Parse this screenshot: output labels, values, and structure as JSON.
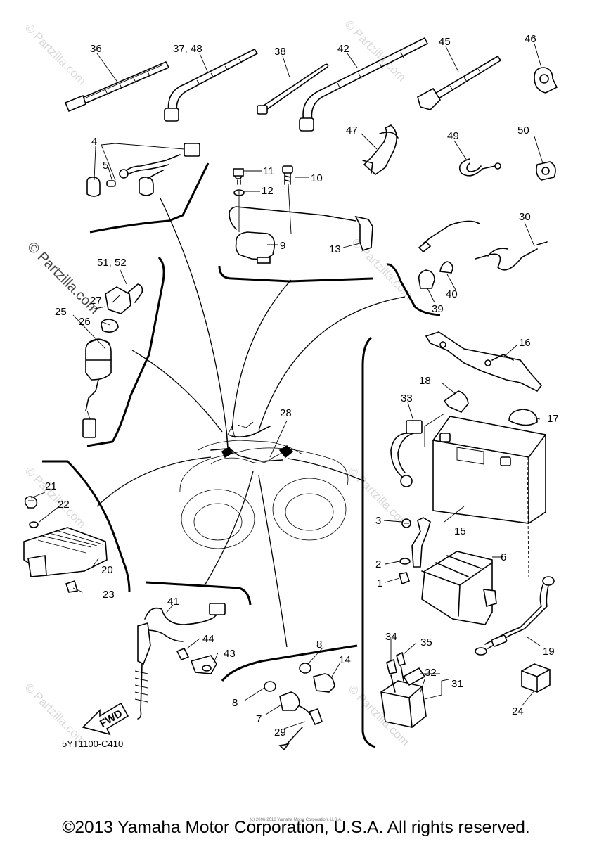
{
  "diagram": {
    "code": "5YT1100-C410",
    "fwd_label": "FWD",
    "copyright": "©2013 Yamaha Motor Corporation, U.S.A. All rights reserved.",
    "copyright_small": "(c) 2006-2016 Yamaha Motor Corporation, U.S.A.",
    "watermark": "© Partzilla.com",
    "callouts": {
      "c36": "36",
      "c37_48": "37, 48",
      "c38": "38",
      "c42": "42",
      "c45": "45",
      "c46": "46",
      "c47": "47",
      "c49": "49",
      "c50": "50",
      "c4": "4",
      "c5": "5",
      "c11": "11",
      "c10": "10",
      "c12": "12",
      "c9": "9",
      "c13": "13",
      "c30": "30",
      "c40": "40",
      "c39": "39",
      "c51_52": "51, 52",
      "c27": "27",
      "c25": "25",
      "c26": "26",
      "c28": "28",
      "c16": "16",
      "c18": "18",
      "c33": "33",
      "c17": "17",
      "c15": "15",
      "c3": "3",
      "c6": "6",
      "c2": "2",
      "c1": "1",
      "c19": "19",
      "c21": "21",
      "c22": "22",
      "c20": "20",
      "c23": "23",
      "c41": "41",
      "c44": "44",
      "c43": "43",
      "c8a": "8",
      "c14": "14",
      "c8b": "8",
      "c7": "7",
      "c29": "29",
      "c34": "34",
      "c35": "35",
      "c32": "32",
      "c31": "31",
      "c24": "24"
    }
  }
}
